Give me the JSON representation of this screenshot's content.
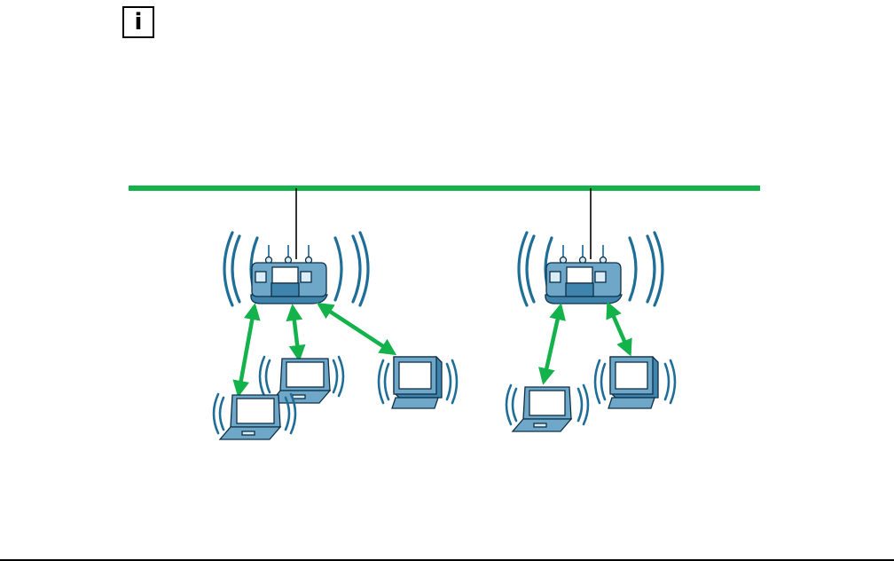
{
  "info_icon": {
    "icon": "info-icon",
    "glyph": "i"
  },
  "colors": {
    "backbone": "#13b24a",
    "link": "#13b24a",
    "device_fill": "#6ea7c8",
    "device_dark": "#3f84ad",
    "device_light": "#dbeef8",
    "device_stroke": "#0d2f46",
    "signal": "#1f6e97",
    "uplink": "#000000",
    "rule": "#000000"
  },
  "diagram": {
    "backbone": "wired-network-line",
    "access_points": [
      {
        "name": "access-point-1",
        "icon": "wireless-access-point-icon",
        "clients": [
          {
            "type": "laptop",
            "icon": "laptop-icon"
          },
          {
            "type": "laptop",
            "icon": "laptop-icon"
          },
          {
            "type": "desktop",
            "icon": "desktop-computer-icon"
          }
        ]
      },
      {
        "name": "access-point-2",
        "icon": "wireless-access-point-icon",
        "clients": [
          {
            "type": "laptop",
            "icon": "laptop-icon"
          },
          {
            "type": "desktop",
            "icon": "desktop-computer-icon"
          }
        ]
      }
    ]
  }
}
